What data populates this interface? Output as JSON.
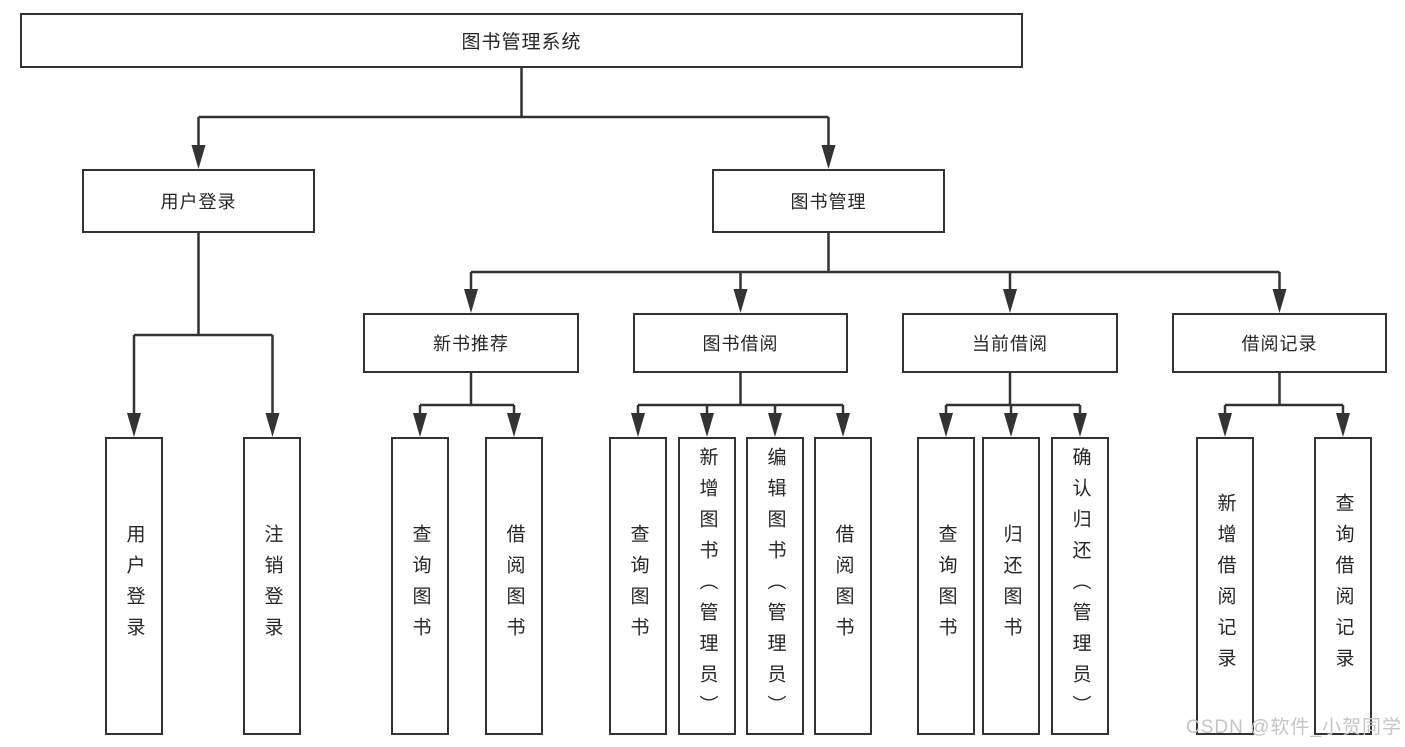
{
  "colors": {
    "line": "#333333",
    "box_border": "#333333",
    "text": "#262626",
    "watermark": "#c5c5c5",
    "background": "#ffffff"
  },
  "tree": {
    "root": "图书管理系统",
    "branches": [
      {
        "label": "用户登录",
        "children": [
          "用户登录",
          "注销登录"
        ]
      },
      {
        "label": "图书管理",
        "groups": [
          {
            "label": "新书推荐",
            "children": [
              "查询图书",
              "借阅图书"
            ]
          },
          {
            "label": "图书借阅",
            "children": [
              "查询图书",
              "新增图书（管理员）",
              "编辑图书（管理员）",
              "借阅图书"
            ]
          },
          {
            "label": "当前借阅",
            "children": [
              "查询图书",
              "归还图书",
              "确认归还（管理员）"
            ]
          },
          {
            "label": "借阅记录",
            "children": [
              "新增借阅记录",
              "查询借阅记录"
            ]
          }
        ]
      }
    ]
  },
  "watermark": "CSDN @软件_小贺同学"
}
